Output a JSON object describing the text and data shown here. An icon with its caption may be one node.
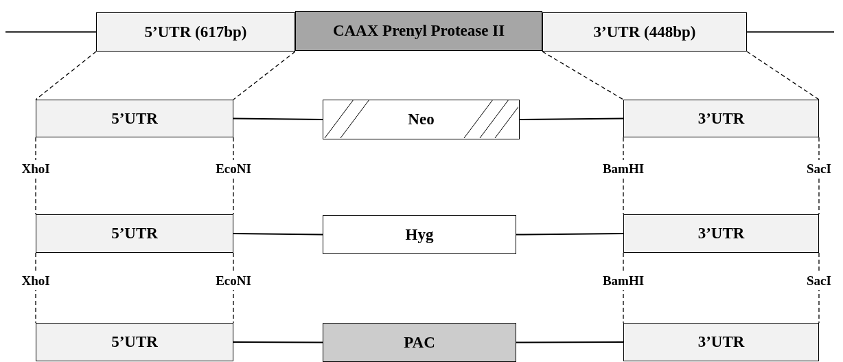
{
  "diagram": {
    "nodes": [
      {
        "text": [
          "5’UTR (617bp)"
        ]
      },
      {
        "text": [
          "CAAX Prenyl Protease II"
        ]
      },
      {
        "text": [
          "3’UTR (448bp)"
        ]
      },
      {
        "text": [
          "5’UTR"
        ]
      },
      {
        "text": [
          "Neo"
        ]
      },
      {
        "text": [
          "3’UTR"
        ]
      },
      {
        "text": [
          "5’UTR"
        ]
      },
      {
        "text": [
          "Hyg"
        ]
      },
      {
        "text": [
          "3’UTR"
        ]
      },
      {
        "text": [
          "5’UTR"
        ]
      },
      {
        "text": [
          "PAC"
        ]
      },
      {
        "text": [
          "3’UTR"
        ]
      }
    ],
    "edges": [
      {
        "from": null,
        "to": 0,
        "arrow": "none"
      },
      {
        "from": 2,
        "to": null,
        "arrow": "none"
      },
      {
        "from": 0,
        "to": 3,
        "arrow": "none",
        "style": "dashed"
      },
      {
        "from": 0,
        "to": 3,
        "arrow": "none",
        "style": "dashed"
      },
      {
        "from": 2,
        "to": 5,
        "arrow": "none",
        "style": "dashed"
      },
      {
        "from": 2,
        "to": 5,
        "arrow": "none",
        "style": "dashed"
      },
      {
        "from": 3,
        "to": 4,
        "arrow": "none"
      },
      {
        "from": 4,
        "to": 5,
        "arrow": "none"
      },
      {
        "from": 6,
        "to": 7,
        "arrow": "none"
      },
      {
        "from": 7,
        "to": 8,
        "arrow": "none"
      },
      {
        "from": 9,
        "to": 10,
        "arrow": "none"
      },
      {
        "from": 10,
        "to": 11,
        "arrow": "none"
      },
      {
        "from": 3,
        "to": 6,
        "arrow": "none",
        "style": "dashed",
        "label": "XhoI"
      },
      {
        "from": 3,
        "to": 6,
        "arrow": "none",
        "style": "dashed",
        "label": "EcoNI"
      },
      {
        "from": 5,
        "to": 8,
        "arrow": "none",
        "style": "dashed",
        "label": "BamHI"
      },
      {
        "from": 5,
        "to": 8,
        "arrow": "none",
        "style": "dashed",
        "label": "SacI"
      },
      {
        "from": 6,
        "to": 9,
        "arrow": "none",
        "style": "dashed",
        "label": "XhoI"
      },
      {
        "from": 6,
        "to": 9,
        "arrow": "none",
        "style": "dashed",
        "label": "EcoNI"
      },
      {
        "from": 8,
        "to": 11,
        "arrow": "none",
        "style": "dashed",
        "label": "BamHI"
      },
      {
        "from": 8,
        "to": 11,
        "arrow": "none",
        "style": "dashed",
        "label": "SacI"
      }
    ]
  }
}
